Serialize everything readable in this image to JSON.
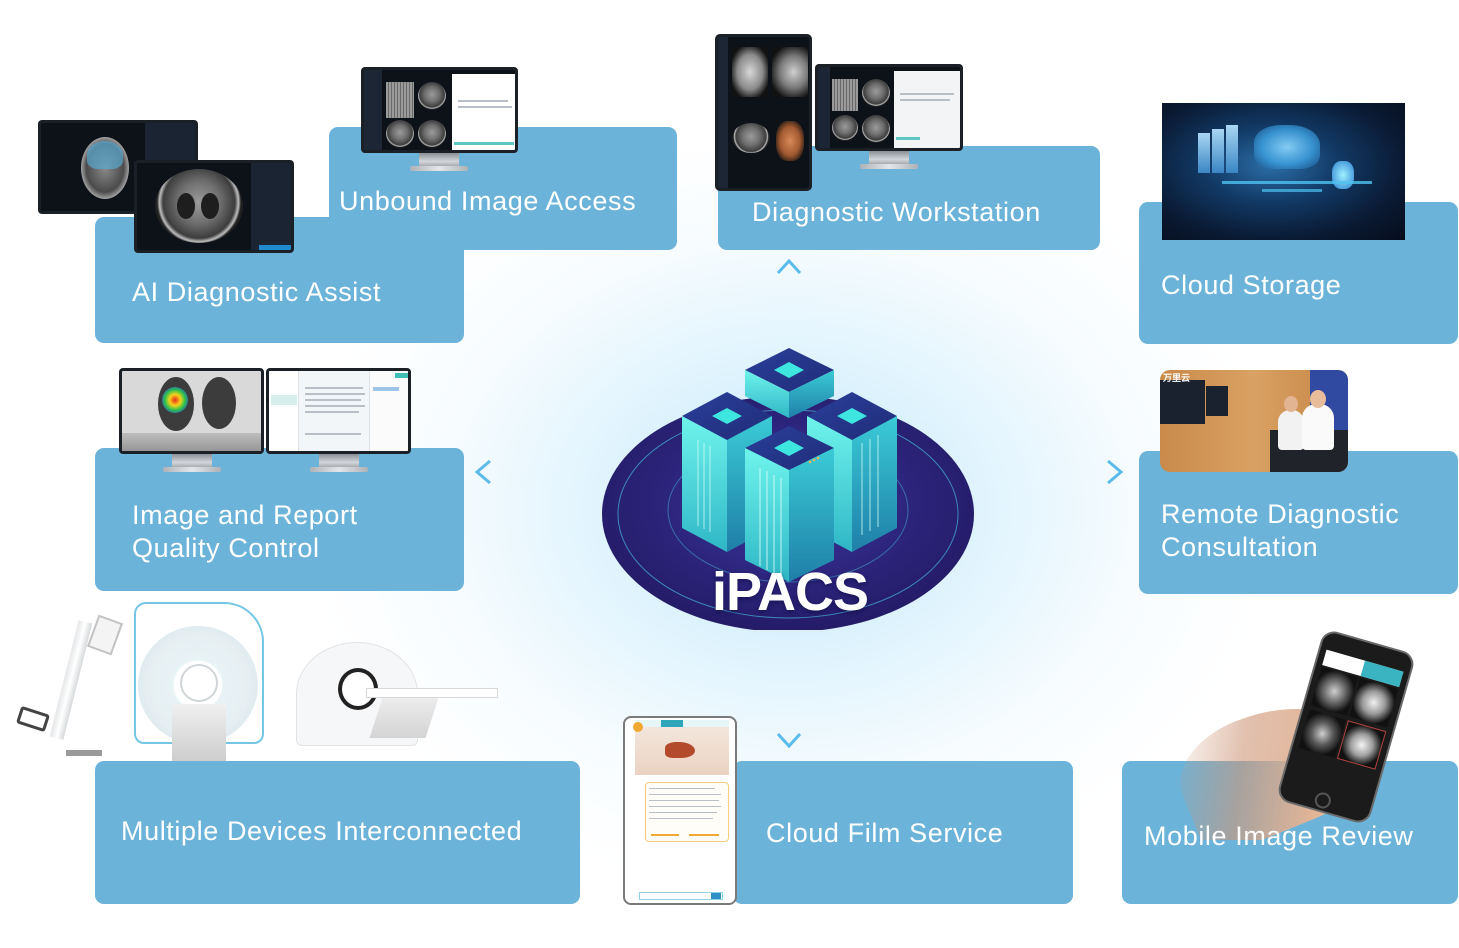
{
  "center": {
    "title": "iPACS",
    "icon": "server-cluster-icon"
  },
  "colors": {
    "box_fill": "#6cb3d9",
    "box_text": "#ffffff",
    "arrow": "#5bbbea",
    "platform": "#2a1f73",
    "server_glow": "#3ee6e0"
  },
  "modules": [
    {
      "id": "ai-diagnostic-assist",
      "label": "AI Diagnostic Assist",
      "image": "ai-brain-and-lung-ct-screens"
    },
    {
      "id": "unbound-image-access",
      "label": "Unbound Image Access",
      "image": "pacs-viewer-monitor"
    },
    {
      "id": "diagnostic-workstation",
      "label": "Diagnostic Workstation",
      "image": "mpr-viewer-and-report-monitor"
    },
    {
      "id": "cloud-storage",
      "label": "Cloud Storage",
      "image": "cloud-datacenter-illustration"
    },
    {
      "id": "image-report-quality-control",
      "label_lines": [
        "Image and Report",
        "Quality Control"
      ],
      "image": "heatmap-ct-and-report-monitors"
    },
    {
      "id": "remote-diagnostic-consultation",
      "label_lines": [
        "Remote Diagnostic",
        "Consultation"
      ],
      "image": "doctors-consultation-photo"
    },
    {
      "id": "multiple-devices-interconnected",
      "label": "Multiple Devices Interconnected",
      "image": "xray-mri-ct-devices"
    },
    {
      "id": "cloud-film-service",
      "label": "Cloud Film Service",
      "image": "mobile-film-report-app"
    },
    {
      "id": "mobile-image-review",
      "label": "Mobile Image Review",
      "image": "hand-holding-phone"
    }
  ],
  "arrows": [
    {
      "from": "iPACS",
      "to": "Diagnostic Workstation",
      "direction": "up"
    },
    {
      "from": "iPACS",
      "to": "Image and Report Quality Control",
      "direction": "left"
    },
    {
      "from": "iPACS",
      "to": "Remote Diagnostic Consultation",
      "direction": "right"
    },
    {
      "from": "iPACS",
      "to": "Cloud Film Service",
      "direction": "down"
    }
  ],
  "photo_badges": {
    "consultation_logo": "万里云"
  }
}
